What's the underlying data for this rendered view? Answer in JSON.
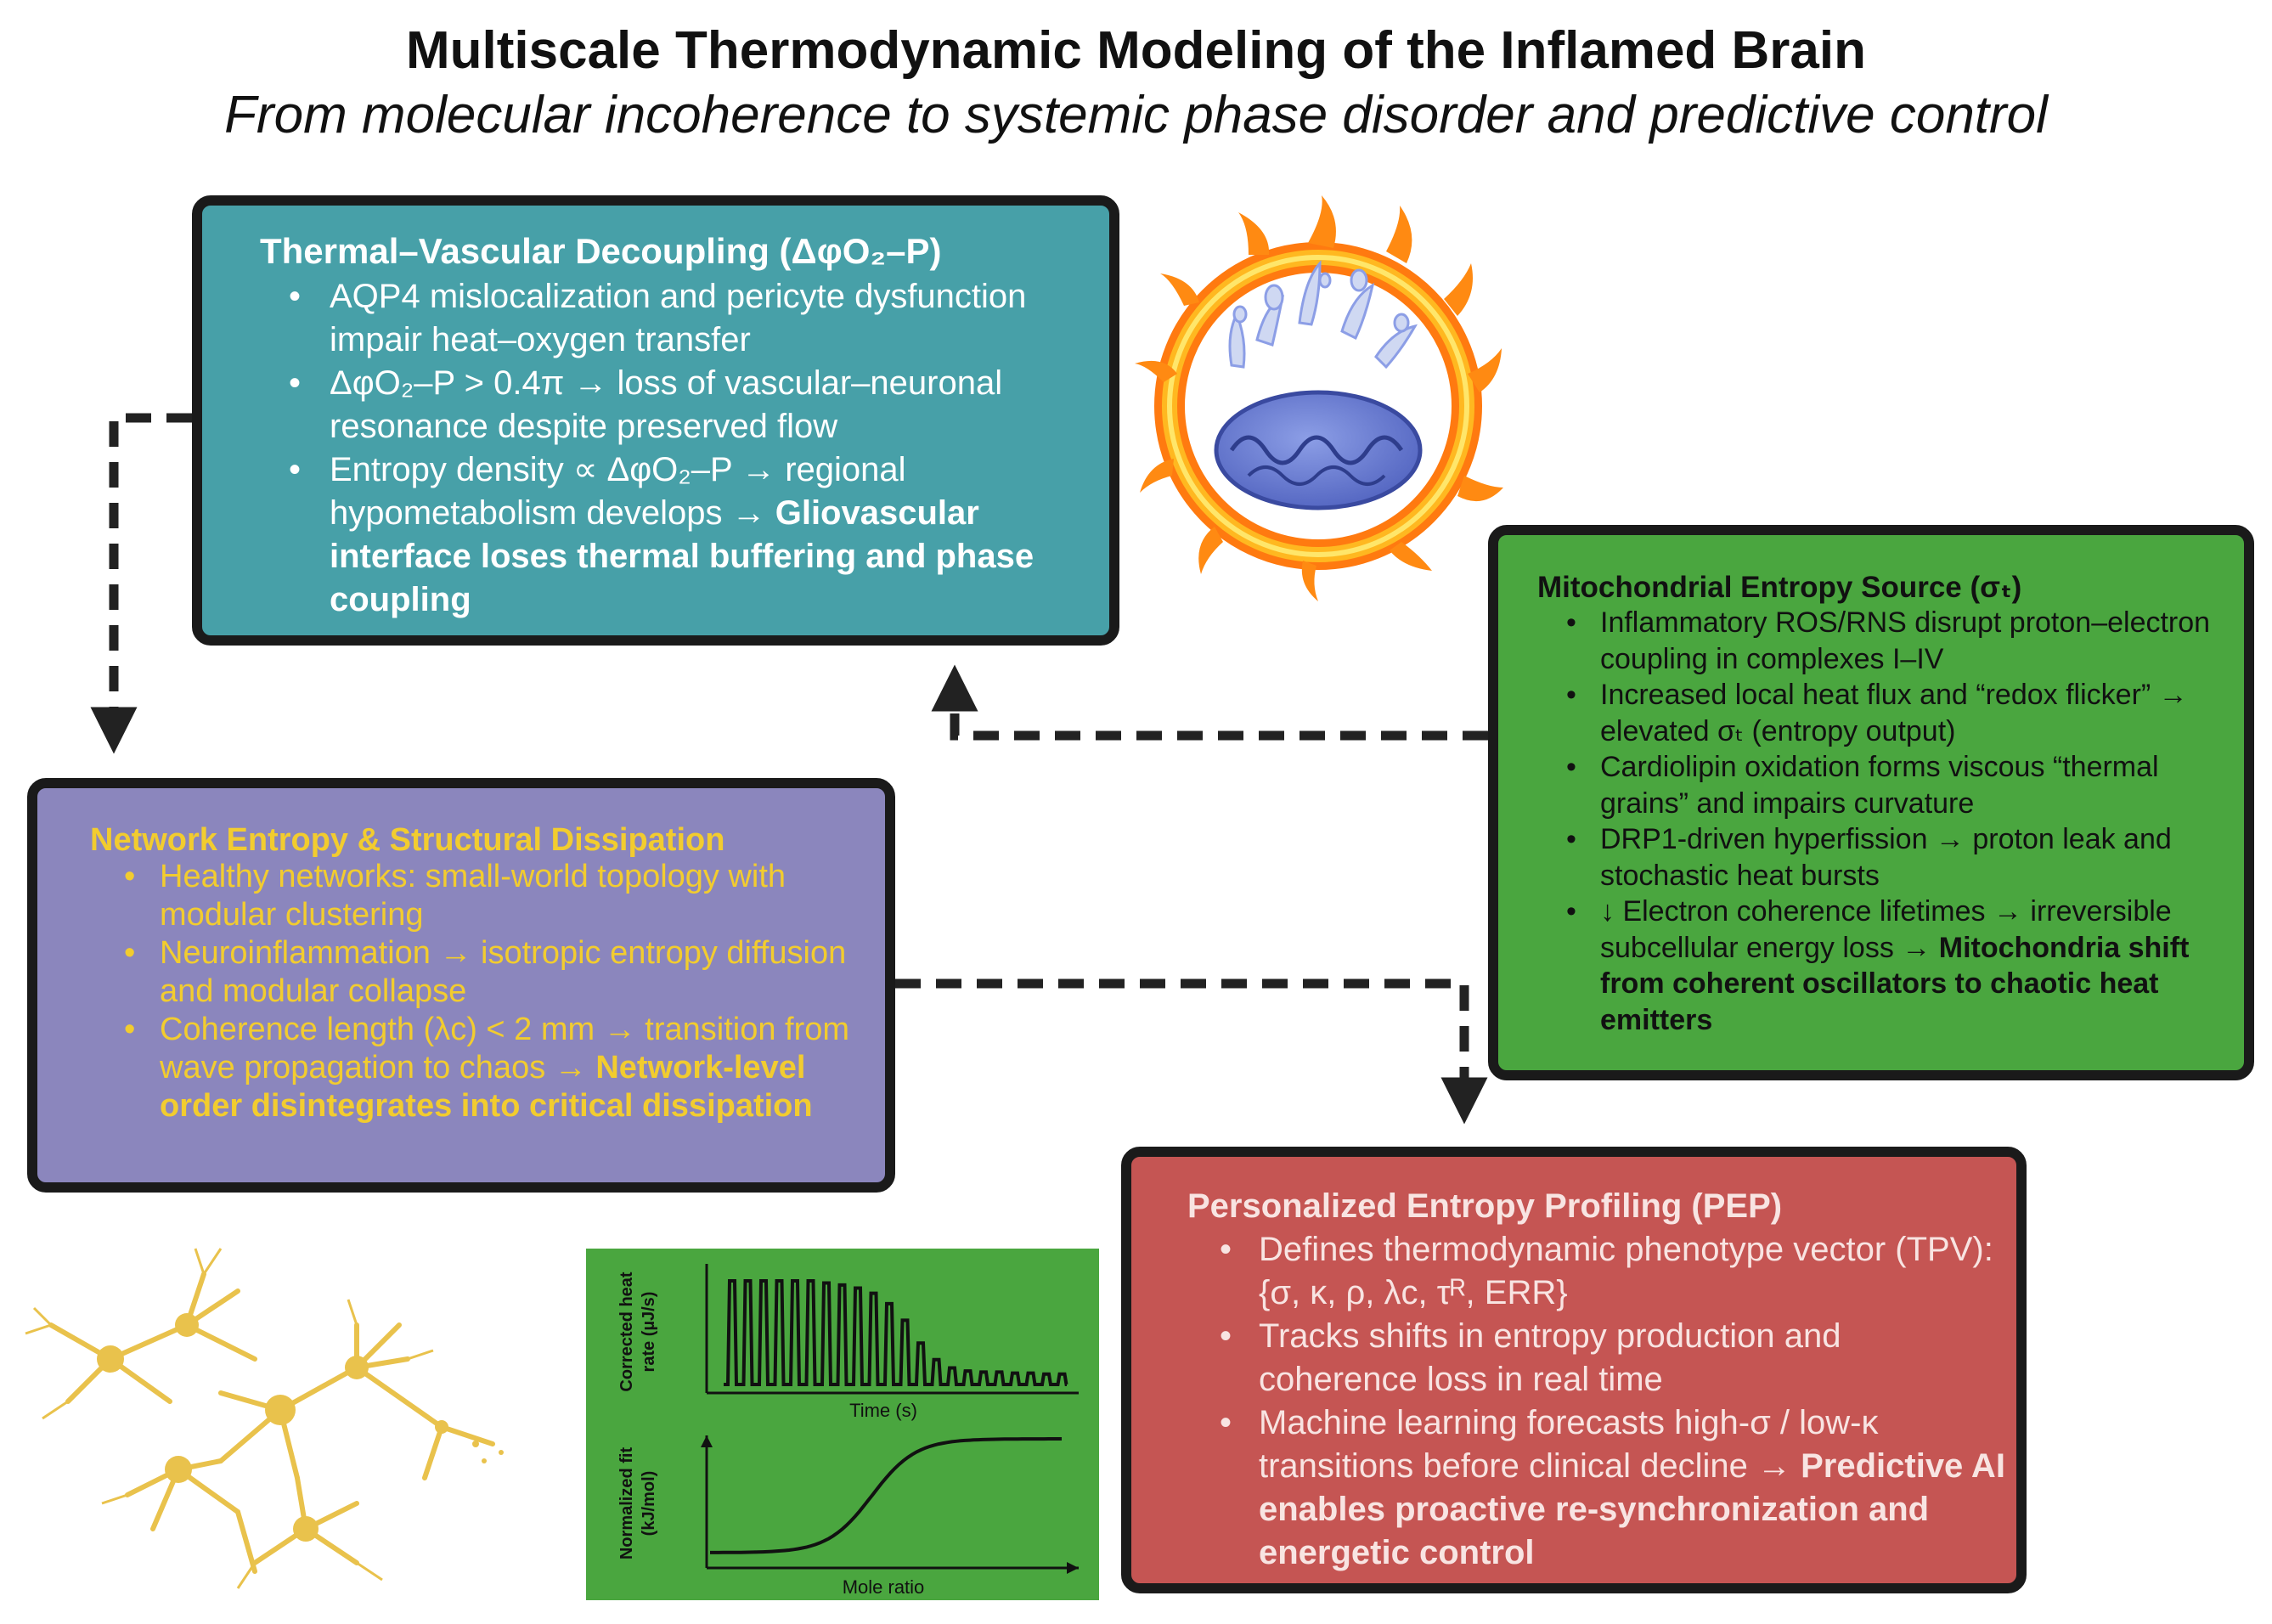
{
  "title": "Multiscale Thermodynamic Modeling of the Inflamed Brain",
  "subtitle": "From molecular incoherence to systemic phase disorder and predictive control",
  "thermal_box": {
    "heading": "Thermal–Vascular Decoupling (ΔφO₂–P)",
    "item1": "AQP4 mislocalization and pericyte dysfunction impair heat–oxygen transfer",
    "item2": "ΔφO₂–P > 0.4π → loss of vascular–neuronal resonance despite preserved flow",
    "item3_plain": "Entropy density ∝ ΔφO₂–P → regional hypometabolism develops → ",
    "item3_bold": "Gliovascular interface loses thermal buffering and phase coupling"
  },
  "mito_box": {
    "heading": "Mitochondrial Entropy Source (σₜ)",
    "item1": "Inflammatory ROS/RNS disrupt proton–electron coupling in complexes I–IV",
    "item2": "Increased local heat flux and “redox flicker” → elevated σₜ (entropy output)",
    "item3": "Cardiolipin oxidation forms viscous “thermal grains” and impairs curvature",
    "item4": "DRP1-driven hyperfission → proton leak and stochastic heat bursts",
    "item5_plain": "↓ Electron coherence lifetimes → irreversible subcellular energy loss → ",
    "item5_bold": "Mitochondria shift from coherent oscillators to chaotic heat emitters"
  },
  "network_box": {
    "heading": "Network Entropy & Structural Dissipation",
    "item1": "Healthy networks: small-world topology with modular clustering",
    "item2": "Neuroinflammation → isotropic entropy diffusion and modular collapse",
    "item3_plain": "Coherence length (λc) < 2 mm → transition from wave propagation to chaos → ",
    "item3_bold": "Network-level order disintegrates into critical dissipation"
  },
  "pep_box": {
    "heading": "Personalized Entropy Profiling (PEP)",
    "item1": "Defines thermodynamic phenotype vector (TPV): {σ, κ, ρ, λc, τᴿ, ERR}",
    "item2": "Tracks shifts in entropy production and coherence loss in real time",
    "item3_plain": "Machine learning forecasts high-σ / low-κ transitions before clinical decline → ",
    "item3_bold": "Predictive AI enables proactive re-synchronization and energetic control"
  },
  "itc_panel": {
    "top_ylabel_line1": "Corrected heat",
    "top_ylabel_line2": "rate (µJ/s)",
    "top_xlabel": "Time (s)",
    "bottom_ylabel_line1": "Normalized fit",
    "bottom_ylabel_line2": "(kJ/mol)",
    "bottom_xlabel": "Mole ratio",
    "background": "#4aa63f"
  },
  "chart_data": [
    {
      "type": "line",
      "xlabel": "Time (s)",
      "ylabel": "Corrected heat rate (µJ/s)",
      "injection_peaks": [
        1.0,
        1.0,
        1.0,
        1.0,
        1.0,
        1.0,
        0.98,
        0.96,
        0.93,
        0.88,
        0.78,
        0.62,
        0.4,
        0.24,
        0.16,
        0.13,
        0.12,
        0.12,
        0.11,
        0.11,
        0.1,
        0.1
      ]
    },
    {
      "type": "line",
      "xlabel": "Mole ratio",
      "ylabel": "Normalized fit (kJ/mol)",
      "shape": "sigmoid"
    }
  ],
  "icons": {
    "mitochondria": "mitochondria-on-fire-icon",
    "neurons": "neuron-network-icon"
  },
  "colors": {
    "teal": "#47a0a8",
    "green": "#4aa63f",
    "purple": "#8b86bd",
    "red": "#c55553",
    "yellow_text": "#f2cc2f"
  }
}
